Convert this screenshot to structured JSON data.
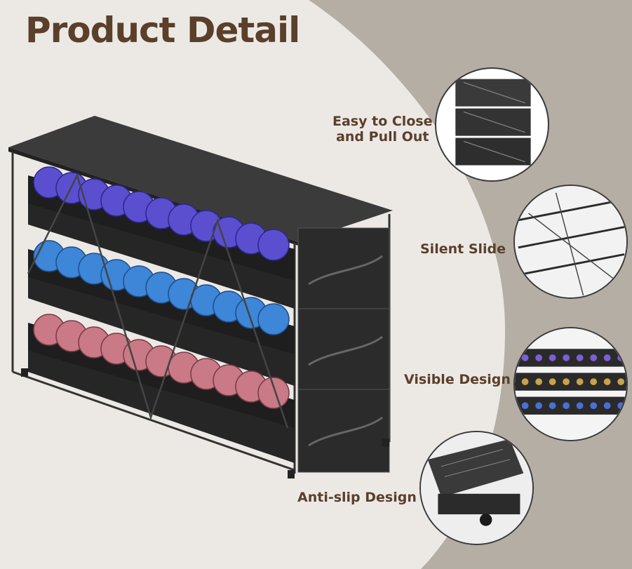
{
  "title": "Product Detail",
  "features": [
    {
      "line1": "Easy to Close",
      "line2": "and Pull Out",
      "icon": "drawer-detail-image"
    },
    {
      "line1": "Silent Slide",
      "line2": "",
      "icon": "slide-rail-detail-image"
    },
    {
      "line1": "Visible Design",
      "line2": "",
      "icon": "visible-pods-detail-image"
    },
    {
      "line1": "Anti-slip Design",
      "line2": "",
      "icon": "anti-slip-feet-detail-image"
    }
  ],
  "colors": {
    "title": "#5a3f2b",
    "background": "#b5aea4",
    "panel": "#ece9e5",
    "pod_purple": "#5b4fd0",
    "pod_blue": "#3d86d8",
    "pod_pink": "#c97a86",
    "rack": "#2e2e2e"
  }
}
